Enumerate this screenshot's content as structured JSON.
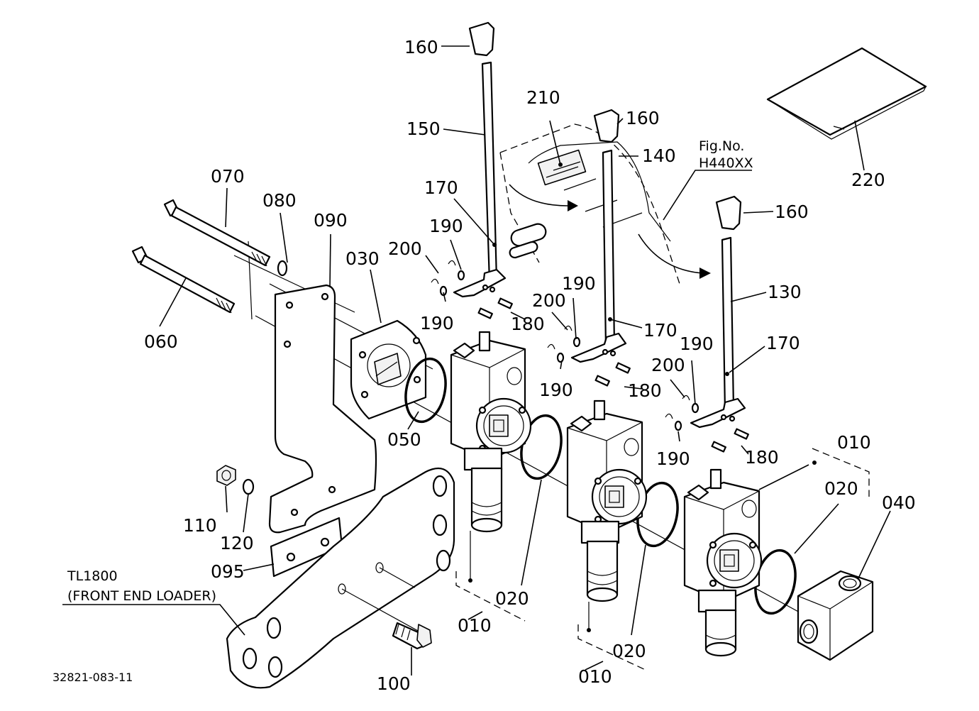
{
  "diagram": {
    "figure_code": "32821-083-11",
    "fig_reference": {
      "line1": "Fig.No.",
      "line2": "H440XX"
    },
    "note": {
      "line1": "TL1800",
      "line2": "(FRONT END LOADER)"
    },
    "labels": {
      "p160a": "160",
      "p160b": "160",
      "p160c": "160",
      "p150": "150",
      "p140": "140",
      "p130": "130",
      "p210": "210",
      "p220": "220",
      "p170a": "170",
      "p170b": "170",
      "p170c": "170",
      "p190a": "190",
      "p190b": "190",
      "p190c": "190",
      "p190d": "190",
      "p190e": "190",
      "p190f": "190",
      "p200a": "200",
      "p200b": "200",
      "p200c": "200",
      "p180a": "180",
      "p180b": "180",
      "p180c": "180",
      "p070": "070",
      "p080": "080",
      "p090": "090",
      "p030": "030",
      "p060": "060",
      "p050": "050",
      "p020a": "020",
      "p020b": "020",
      "p020c": "020",
      "p010a": "010",
      "p010b": "010",
      "p010c": "010",
      "p040": "040",
      "p110": "110",
      "p120": "120",
      "p095": "095",
      "p100": "100"
    }
  }
}
